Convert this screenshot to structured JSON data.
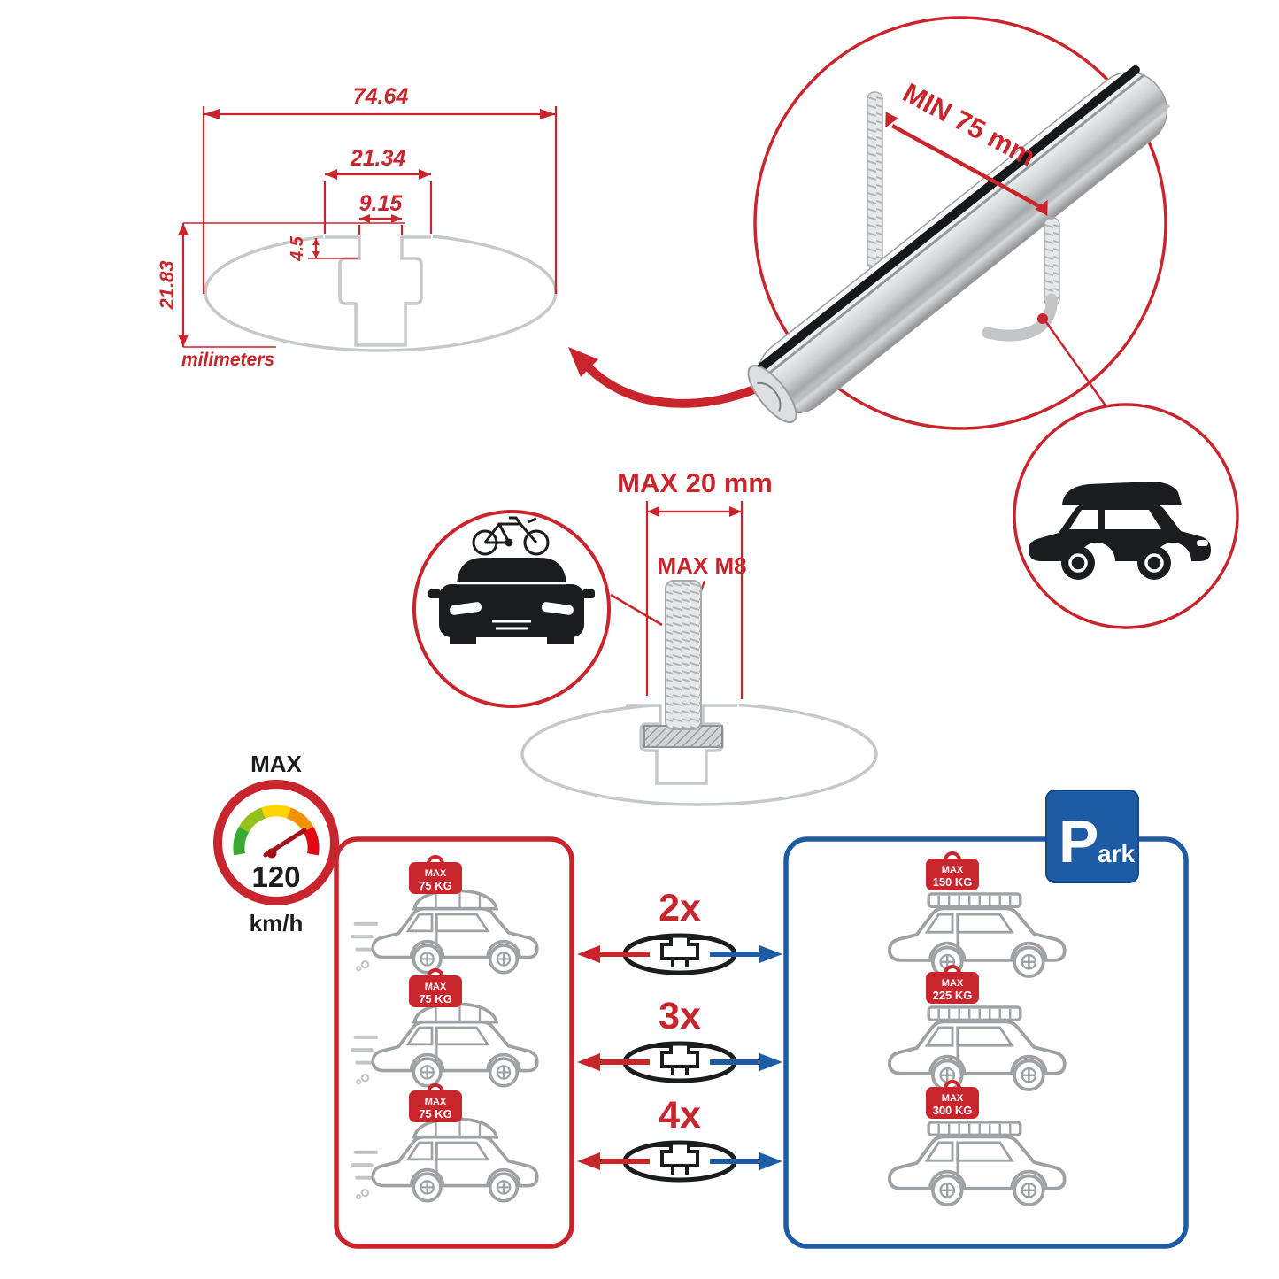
{
  "title": "Roof rack cross bar specification infographic",
  "colors": {
    "accent_red": "#c9252c",
    "accent_blue": "#1d5ca5",
    "line_gray": "#c6c8ca",
    "dark": "#1b1c1e"
  },
  "cross_section": {
    "total_width": "74.64",
    "top_channel_width": "21.34",
    "slot_opening": "9.15",
    "lip_depth": "4.5",
    "profile_height": "21.83",
    "units_label": "milimeters"
  },
  "clamp_detail": {
    "min_span_label": "MIN 75 mm"
  },
  "bolt_detail": {
    "max_length_label": "MAX 20 mm",
    "max_thread_label": "MAX M8"
  },
  "speed_limit": {
    "label": "MAX",
    "value": "120",
    "unit": "km/h"
  },
  "driving_loads": [
    {
      "line1": "MAX",
      "line2": "75 KG"
    },
    {
      "line1": "MAX",
      "line2": "75 KG"
    },
    {
      "line1": "MAX",
      "line2": "75 KG"
    }
  ],
  "parked_loads": [
    {
      "line1": "MAX",
      "line2": "150 KG"
    },
    {
      "line1": "MAX",
      "line2": "225 KG"
    },
    {
      "line1": "MAX",
      "line2": "300 KG"
    }
  ],
  "bar_counts": [
    {
      "label": "2x"
    },
    {
      "label": "3x"
    },
    {
      "label": "4x"
    }
  ],
  "park_sign": {
    "letter": "P",
    "rest": "ark"
  }
}
